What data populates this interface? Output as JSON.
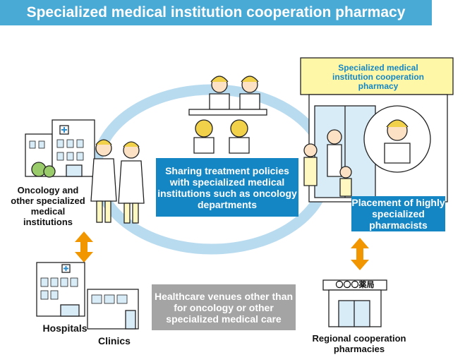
{
  "title": "Specialized medical institution cooperation pharmacy",
  "center_box": "Sharing treatment policies with specialized medical institutions such as oncology departments",
  "pharmacy_sign": "Specialized medical institution cooperation pharmacy",
  "pharmacists_box": "Placement of highly specialized pharmacists",
  "oncology_label": "Oncology and other specialized medical institutions",
  "venues_box": "Healthcare venues other than for oncology or other specialized medical care",
  "hospitals_label": "Hospitals",
  "clinics_label": "Clinics",
  "regional_label": "Regional cooperation pharmacies",
  "store_sign": "〇〇〇薬局",
  "colors": {
    "banner": "#4aaad6",
    "box_blue": "#1486c4",
    "box_gray": "#a4a4a4",
    "ring": "#b9dbef",
    "arrow": "#f29600",
    "sign_bg": "#fff7a8"
  }
}
